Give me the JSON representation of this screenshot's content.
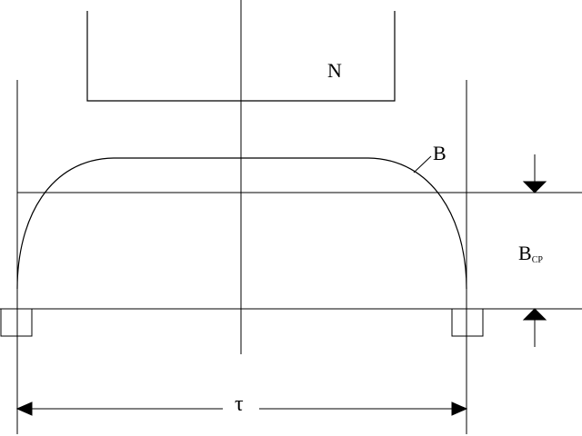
{
  "diagram": {
    "pole_label": "N",
    "curve_label": "B",
    "bcp_main": "B",
    "bcp_sub": "CP",
    "pitch_label": "τ"
  }
}
